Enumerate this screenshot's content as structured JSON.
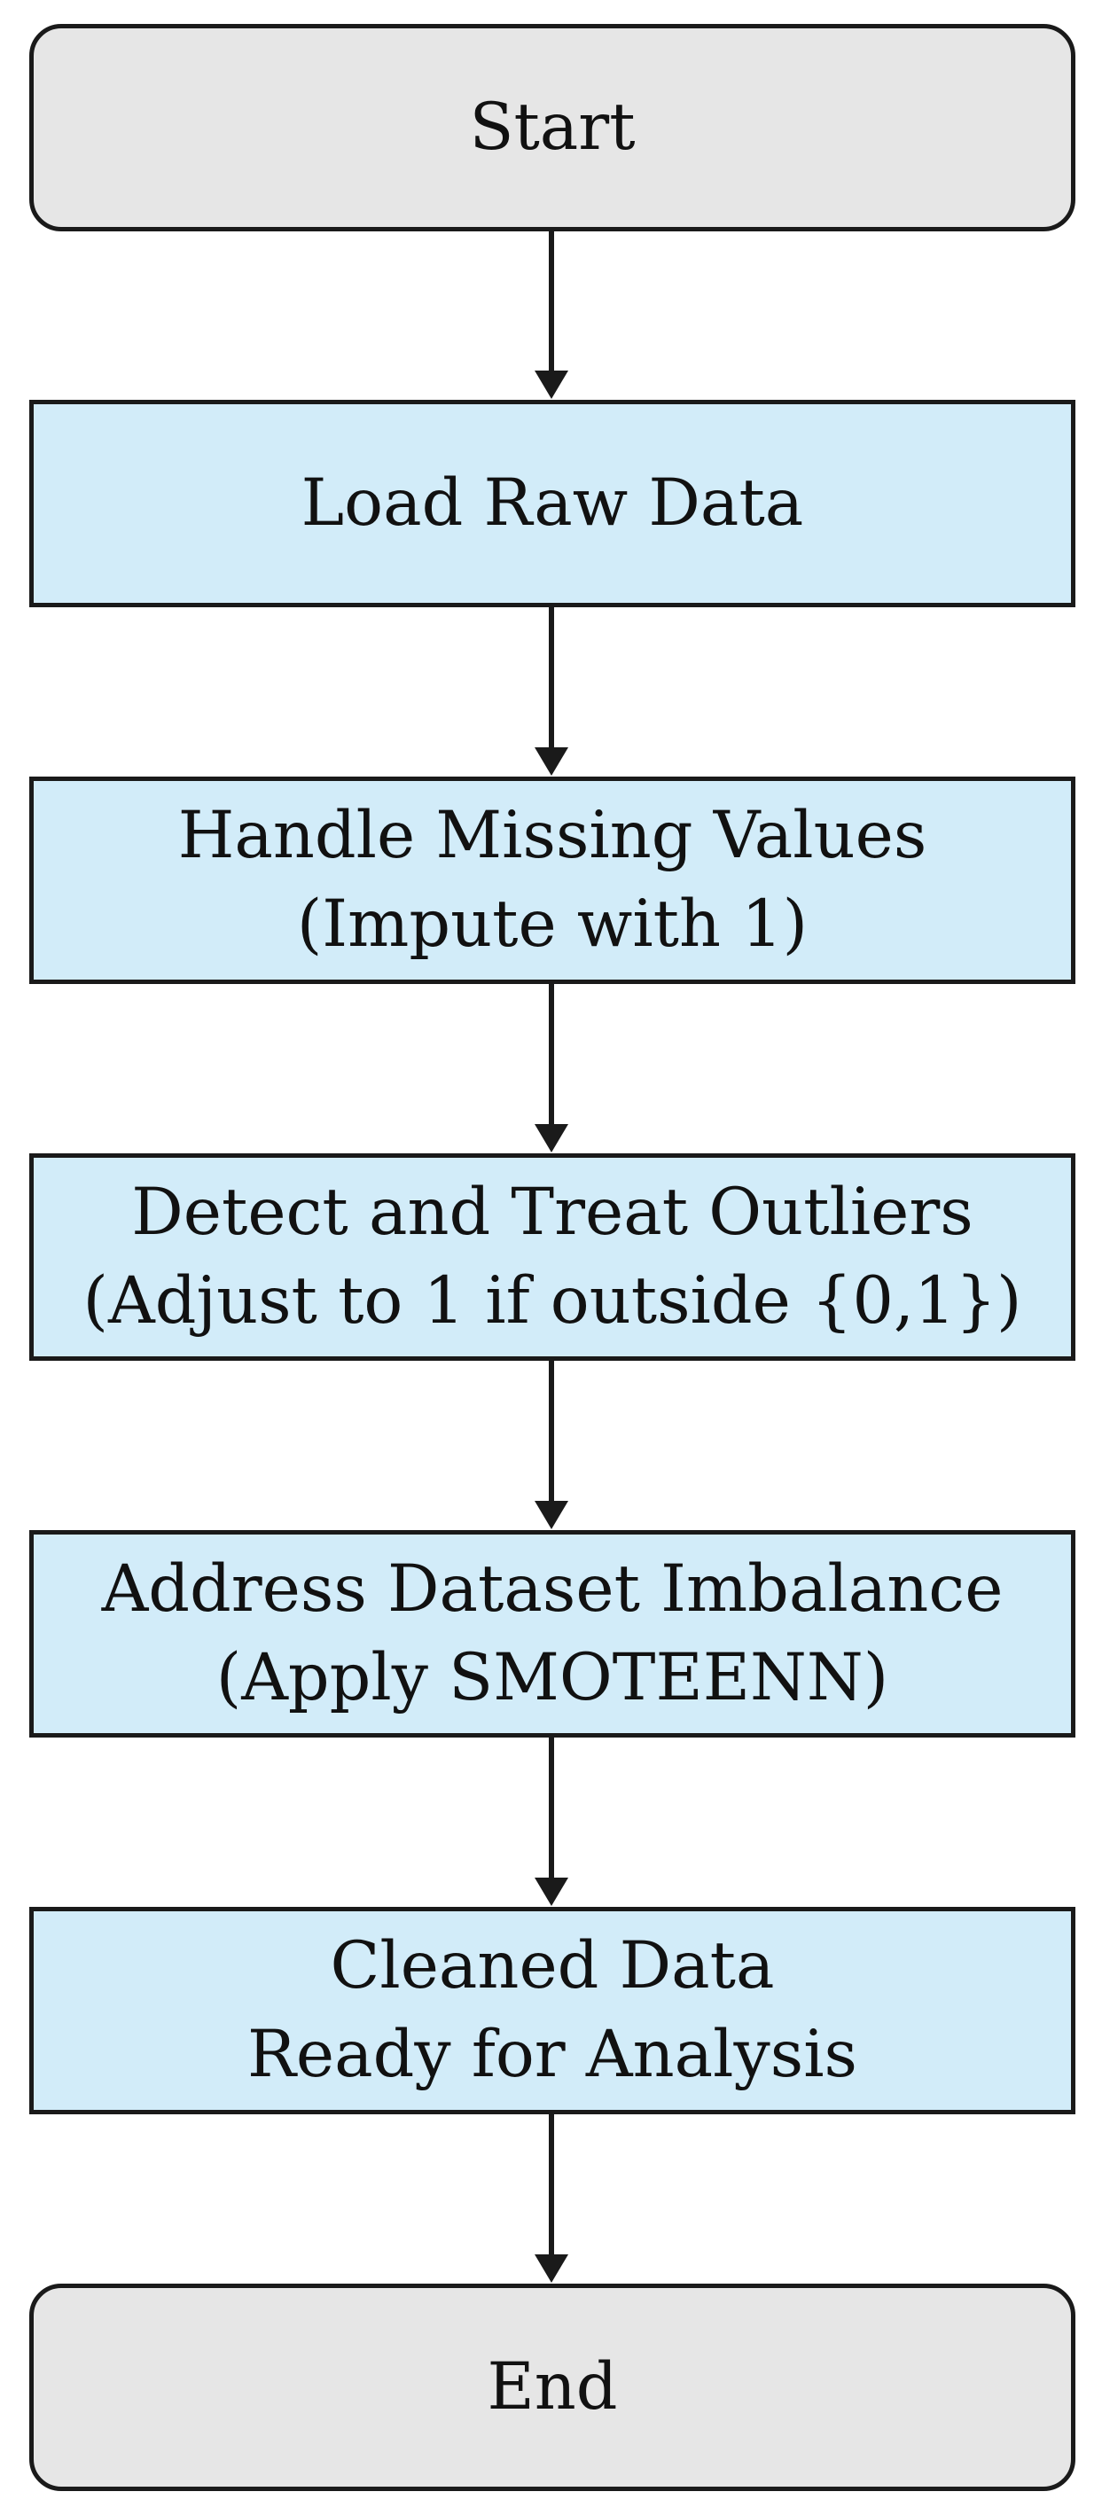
{
  "flowchart": {
    "nodes": [
      {
        "id": "start",
        "shape": "terminal",
        "lines": [
          "Start"
        ]
      },
      {
        "id": "load-raw-data",
        "shape": "process",
        "lines": [
          "Load Raw Data"
        ]
      },
      {
        "id": "handle-missing-values",
        "shape": "process",
        "lines": [
          "Handle Missing Values",
          "(Impute with 1)"
        ]
      },
      {
        "id": "detect-treat-outliers",
        "shape": "process",
        "lines": [
          "Detect and Treat Outliers",
          "(Adjust to 1 if outside {0,1})"
        ]
      },
      {
        "id": "address-imbalance",
        "shape": "process",
        "lines": [
          "Address Dataset Imbalance",
          "(Apply SMOTEENN)"
        ]
      },
      {
        "id": "cleaned-data",
        "shape": "process",
        "lines": [
          "Cleaned Data",
          "Ready for Analysis"
        ]
      },
      {
        "id": "end",
        "shape": "terminal",
        "lines": [
          "End"
        ]
      }
    ],
    "edges": [
      {
        "from": "start",
        "to": "load-raw-data"
      },
      {
        "from": "load-raw-data",
        "to": "handle-missing-values"
      },
      {
        "from": "handle-missing-values",
        "to": "detect-treat-outliers"
      },
      {
        "from": "detect-treat-outliers",
        "to": "address-imbalance"
      },
      {
        "from": "address-imbalance",
        "to": "cleaned-data"
      },
      {
        "from": "cleaned-data",
        "to": "end"
      }
    ],
    "colors": {
      "terminal_fill": "#e6e6e6",
      "process_fill": "#d2ecf9",
      "stroke": "#1a1a1a",
      "text": "#111111"
    }
  }
}
